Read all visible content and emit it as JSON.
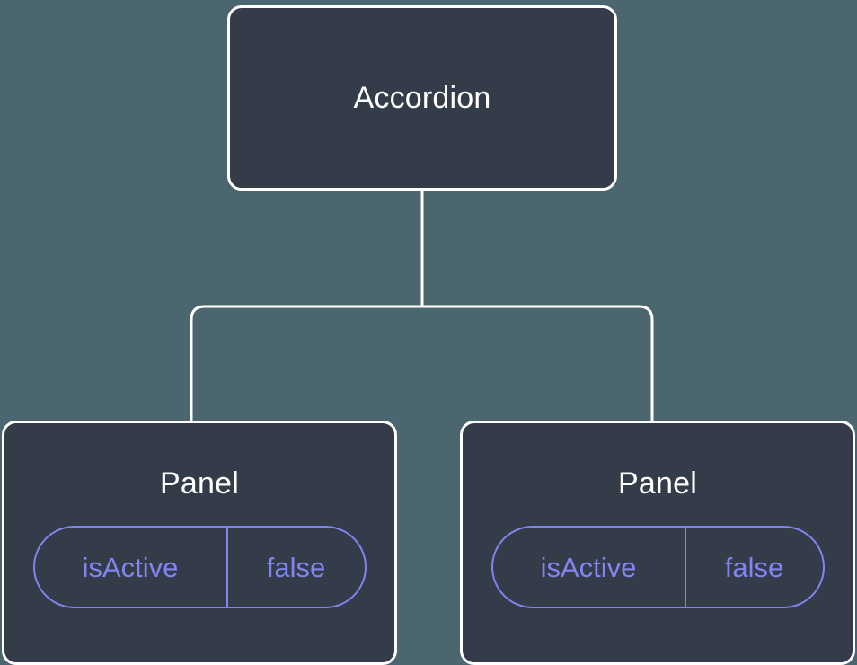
{
  "diagram": {
    "type": "component-tree",
    "background_color": "#4c6670",
    "node_fill_color": "#343b49",
    "node_border_color": "#ffffff",
    "connector_color": "#ffffff",
    "prop_accent_color": "#8085f0",
    "root": {
      "title": "Accordion"
    },
    "children": [
      {
        "title": "Panel",
        "props": [
          {
            "key": "isActive",
            "value": "false"
          }
        ]
      },
      {
        "title": "Panel",
        "props": [
          {
            "key": "isActive",
            "value": "false"
          }
        ]
      }
    ]
  }
}
